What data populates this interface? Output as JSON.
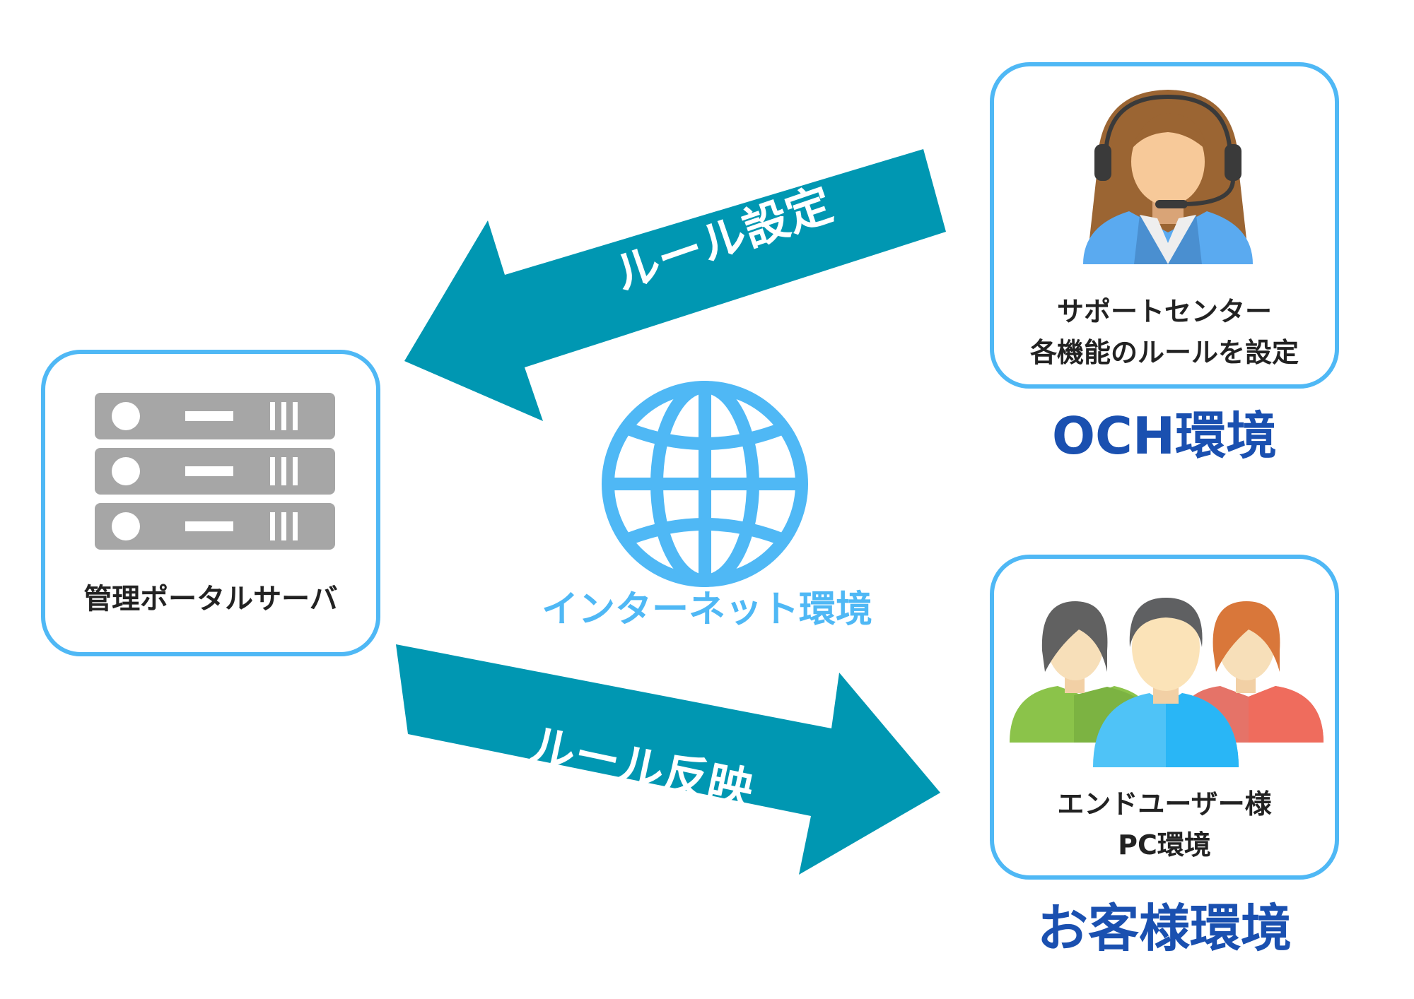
{
  "server_box": {
    "label": "管理ポータルサーバ"
  },
  "support_box": {
    "line1": "サポートセンター",
    "line2": "各機能のルールを設定"
  },
  "och_env": {
    "title": "OCH環境"
  },
  "user_box": {
    "line1": "エンドユーザー様",
    "line2": "PC環境"
  },
  "customer_env": {
    "title": "お客様環境"
  },
  "internet": {
    "label": "インターネット環境",
    "icon": "globe-icon"
  },
  "arrows": {
    "rule_setting": {
      "label": "ルール設定",
      "direction": "support-center-to-server"
    },
    "rule_apply": {
      "label": "ルール反映",
      "direction": "server-to-end-users"
    }
  },
  "colors": {
    "arrow": "#0097b2",
    "box_border": "#4fb8f5",
    "env_title": "#1a50b0",
    "globe": "#4fb8f5",
    "server": "#a6a6a6"
  }
}
